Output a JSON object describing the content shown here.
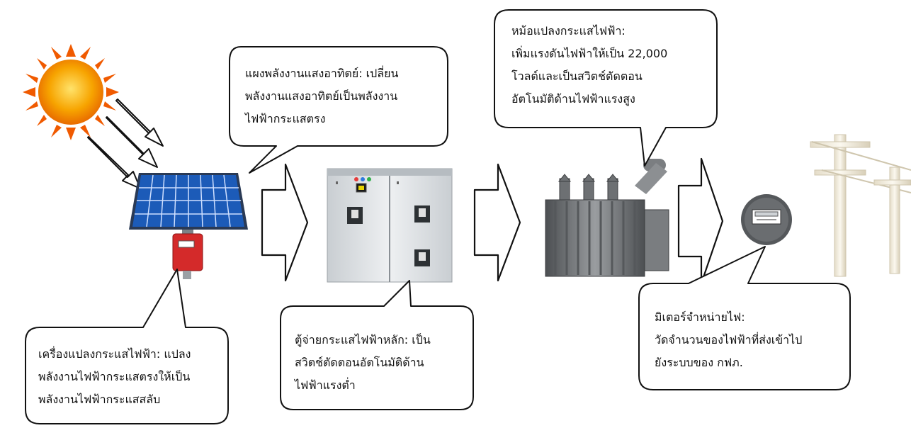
{
  "callouts": {
    "solar_panel": "แผงพลังงานแสงอาทิตย์: เปลี่ยน\nพลังงานแสงอาทิตย์เป็นพลังงาน\nไฟฟ้ากระแสตรง",
    "transformer": "หม้อแปลงกระแสไฟฟ้า:\nเพิ่มแรงดันไฟฟ้าให้เป็น 22,000\nโวลต์และเป็นสวิตช์ตัดตอน\nอัตโนมัติด้านไฟฟ้าแรงสูง",
    "inverter": "เครื่องแปลงกระแสไฟฟ้า: แปลง\nพลังงานไฟฟ้ากระแสตรงให้เป็น\nพลังงานไฟฟ้ากระแสสลับ",
    "main_cabinet": "ตู้จ่ายกระแสไฟฟ้าหลัก: เป็น\nสวิตช์ตัดตอนอัตโนมัติด้าน\nไฟฟ้าแรงต่ำ",
    "meter": "มิเตอร์จำหน่ายไฟ:\nวัดจำนวนของไฟฟ้าที่ส่งเข้าไป\nยังระบบของ กฟภ."
  },
  "colors": {
    "sun_core": "#f7a400",
    "sun_rays": "#f05a00",
    "panel_blue": "#1c5bb8",
    "inverter_red": "#d42a2a",
    "cabinet_gray": "#dfe3e6",
    "transformer_gray": "#6d7073"
  },
  "icons": [
    "sun-icon",
    "solar-panel-icon",
    "inverter-icon",
    "switch-cabinet-icon",
    "transformer-icon",
    "electric-meter-icon",
    "utility-pole-icon",
    "flow-arrow-icon"
  ]
}
